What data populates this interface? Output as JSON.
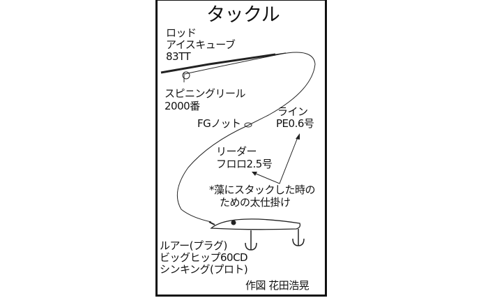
{
  "title": "タックル",
  "rod": {
    "label": "ロッド",
    "name": "アイスキューブ",
    "model": "83TT"
  },
  "reel": {
    "label": "スピニングリール",
    "size": "2000番"
  },
  "knot": "FGノット",
  "line": {
    "label": "ライン",
    "spec": "PE0.6号"
  },
  "leader": {
    "label": "リーダー",
    "spec": "フロロ2.5号"
  },
  "note": {
    "line1": "*藻にスタックした時の",
    "line2": "ための太仕掛け"
  },
  "lure": {
    "label": "ルアー(プラグ)",
    "name": "ビッグヒップ60CD",
    "type": "シンキング(プロト)"
  },
  "credit": "作図 花田浩晃"
}
